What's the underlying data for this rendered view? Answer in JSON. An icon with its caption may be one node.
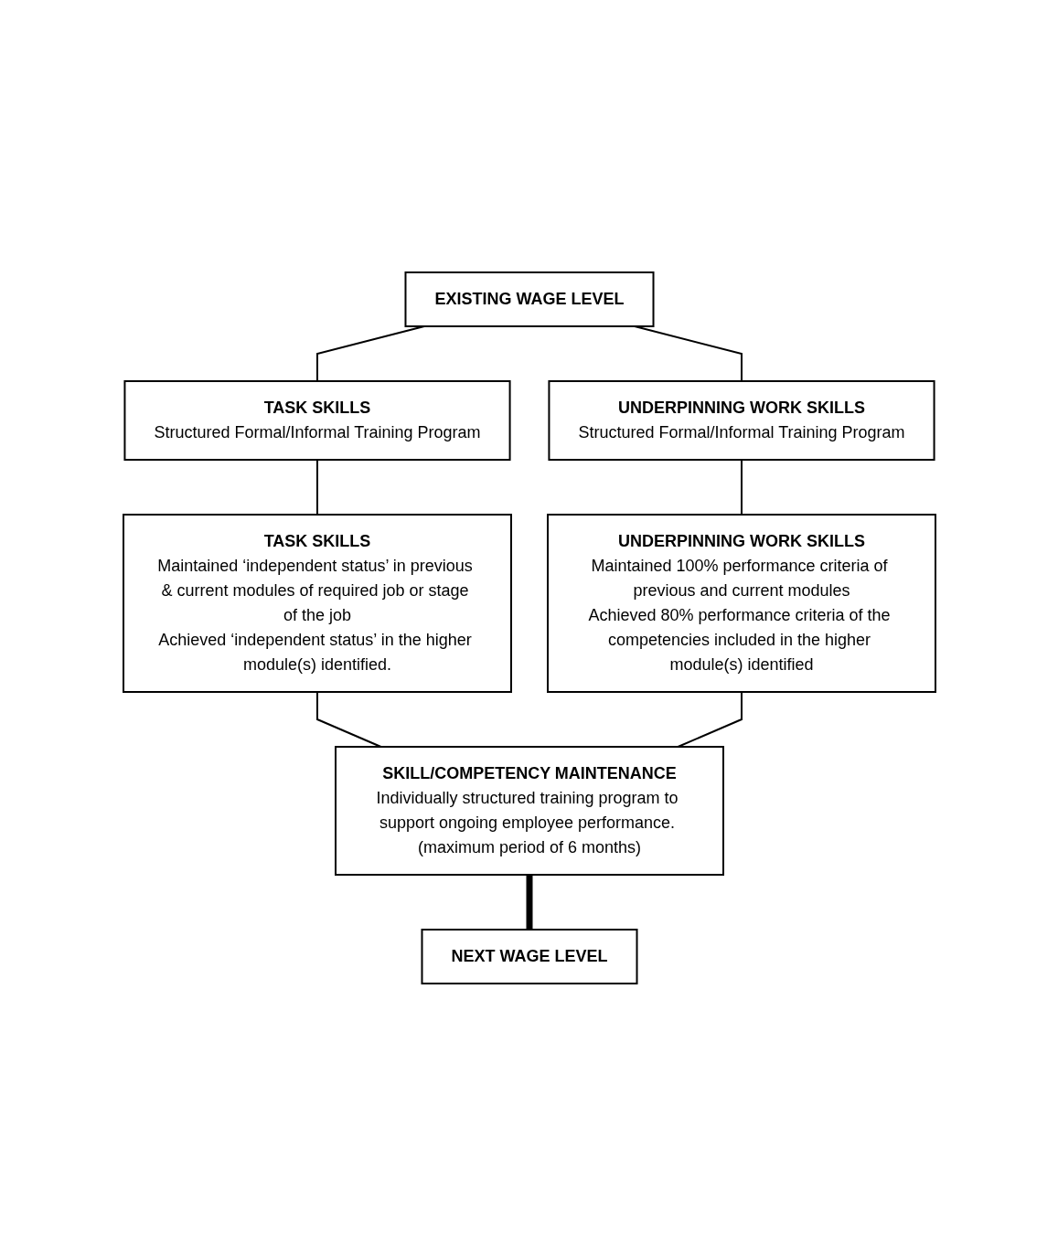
{
  "diagram": {
    "nodes": [
      {
        "text": [
          "EXISTING WAGE LEVEL"
        ]
      },
      {
        "text": [
          "TASK SKILLS",
          "Structured Formal/Informal Training Program"
        ]
      },
      {
        "text": [
          "UNDERPINNING WORK SKILLS",
          "Structured Formal/Informal Training Program"
        ]
      },
      {
        "text": [
          "TASK SKILLS",
          "Maintained ‘independent status’ in previous & current modules of required job or stage of the job",
          "Achieved ‘independent status’ in the higher module(s) identified."
        ]
      },
      {
        "text": [
          "UNDERPINNING WORK SKILLS",
          "Maintained 100% performance criteria of previous and current modules",
          "Achieved 80% performance criteria of the competencies included in the higher module(s) identified"
        ]
      },
      {
        "text": [
          "SKILL/COMPETENCY MAINTENANCE",
          "Individually structured training program to support ongoing employee performance. (maximum period of 6 months)"
        ]
      },
      {
        "text": [
          "NEXT WAGE LEVEL"
        ]
      }
    ],
    "edges": [
      {
        "from": 0,
        "to": 1,
        "arrow": "none"
      },
      {
        "from": 0,
        "to": 2,
        "arrow": "none"
      },
      {
        "from": 1,
        "to": 3,
        "arrow": "none"
      },
      {
        "from": 2,
        "to": 4,
        "arrow": "none"
      },
      {
        "from": 3,
        "to": 5,
        "arrow": "none"
      },
      {
        "from": 4,
        "to": 5,
        "arrow": "none"
      },
      {
        "from": 5,
        "to": 6,
        "arrow": "none",
        "style": "thick"
      }
    ]
  }
}
